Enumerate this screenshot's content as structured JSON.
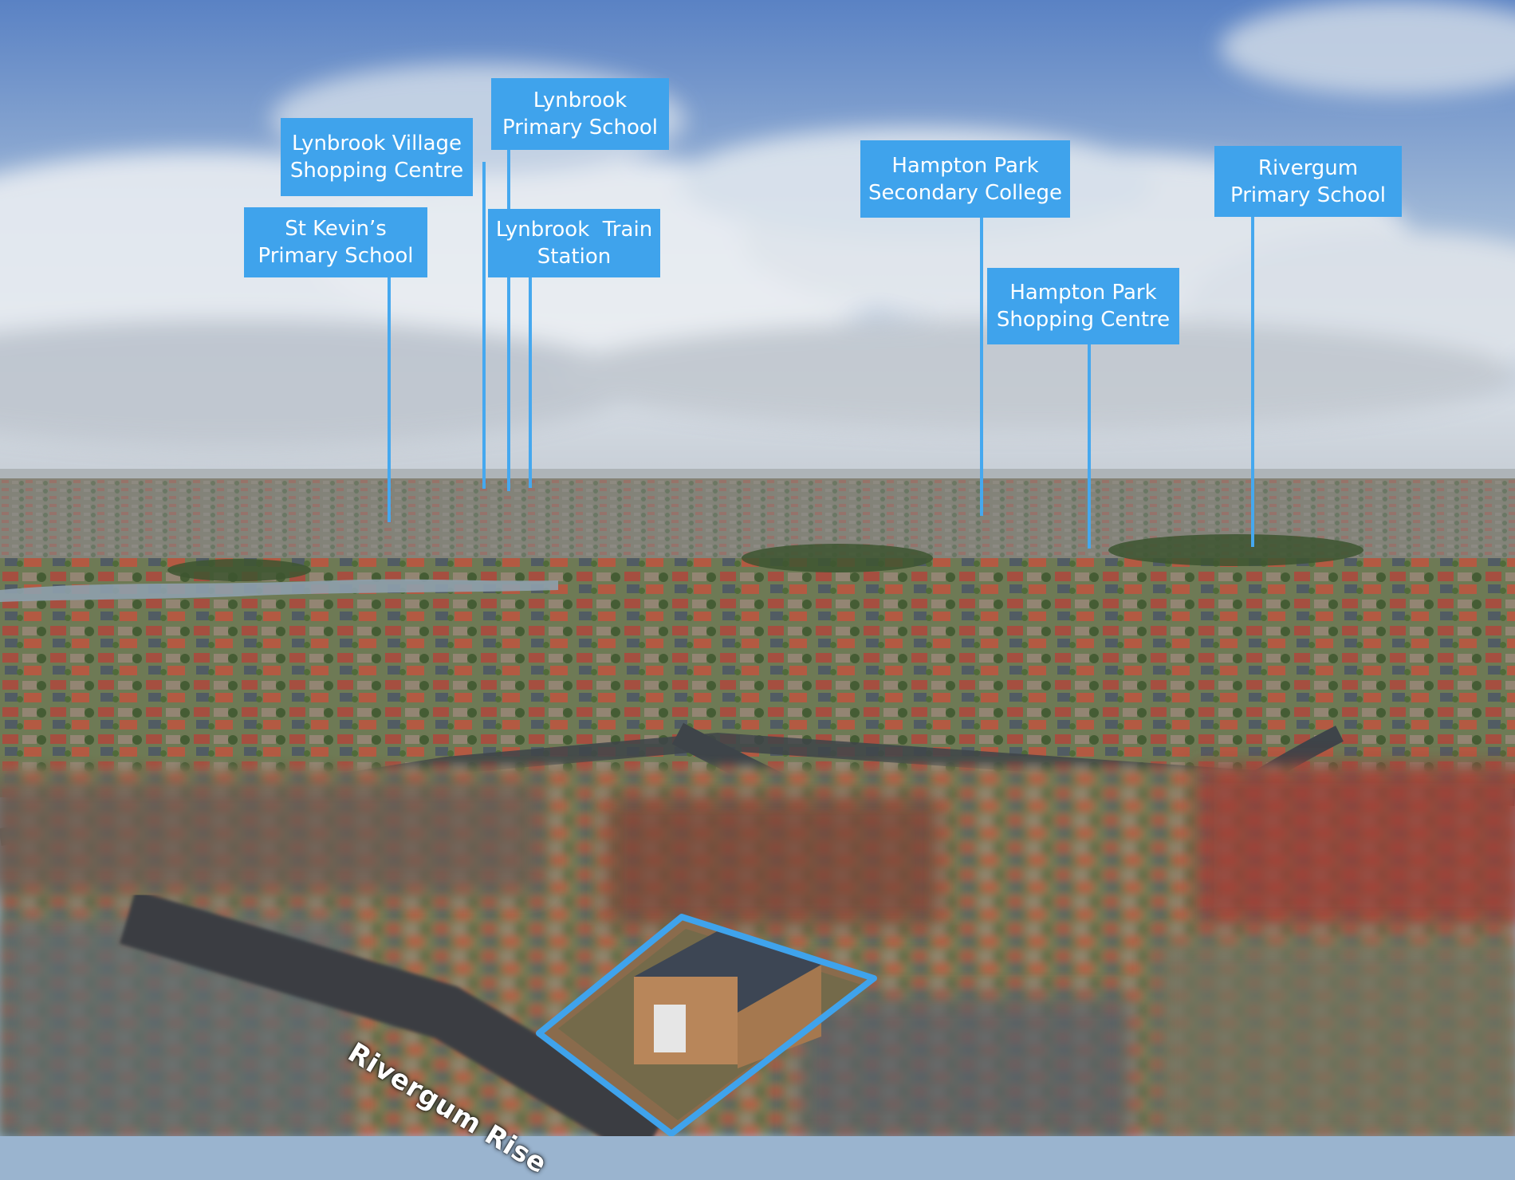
{
  "labels": {
    "lynbrook_primary": [
      "Lynbrook",
      "Primary School"
    ],
    "lynbrook_village": [
      "Lynbrook Village",
      "Shopping Centre"
    ],
    "st_kevins": [
      "St Kevin’s",
      "Primary School"
    ],
    "lynbrook_train": [
      "Lynbrook  Train",
      "Station"
    ],
    "hampton_secondary": [
      "Hampton Park",
      "Secondary College"
    ],
    "hampton_shopping": [
      "Hampton Park",
      "Shopping Centre"
    ],
    "rivergum_primary": [
      "Rivergum",
      "Primary School"
    ]
  },
  "street": "Rivergum Rise",
  "colors": {
    "label_bg": "#3fa3ec",
    "leader": "#45a8ef",
    "outline": "#3fa3ec",
    "sky_top": "#5f86c6",
    "horizon": "#c9d2da"
  }
}
